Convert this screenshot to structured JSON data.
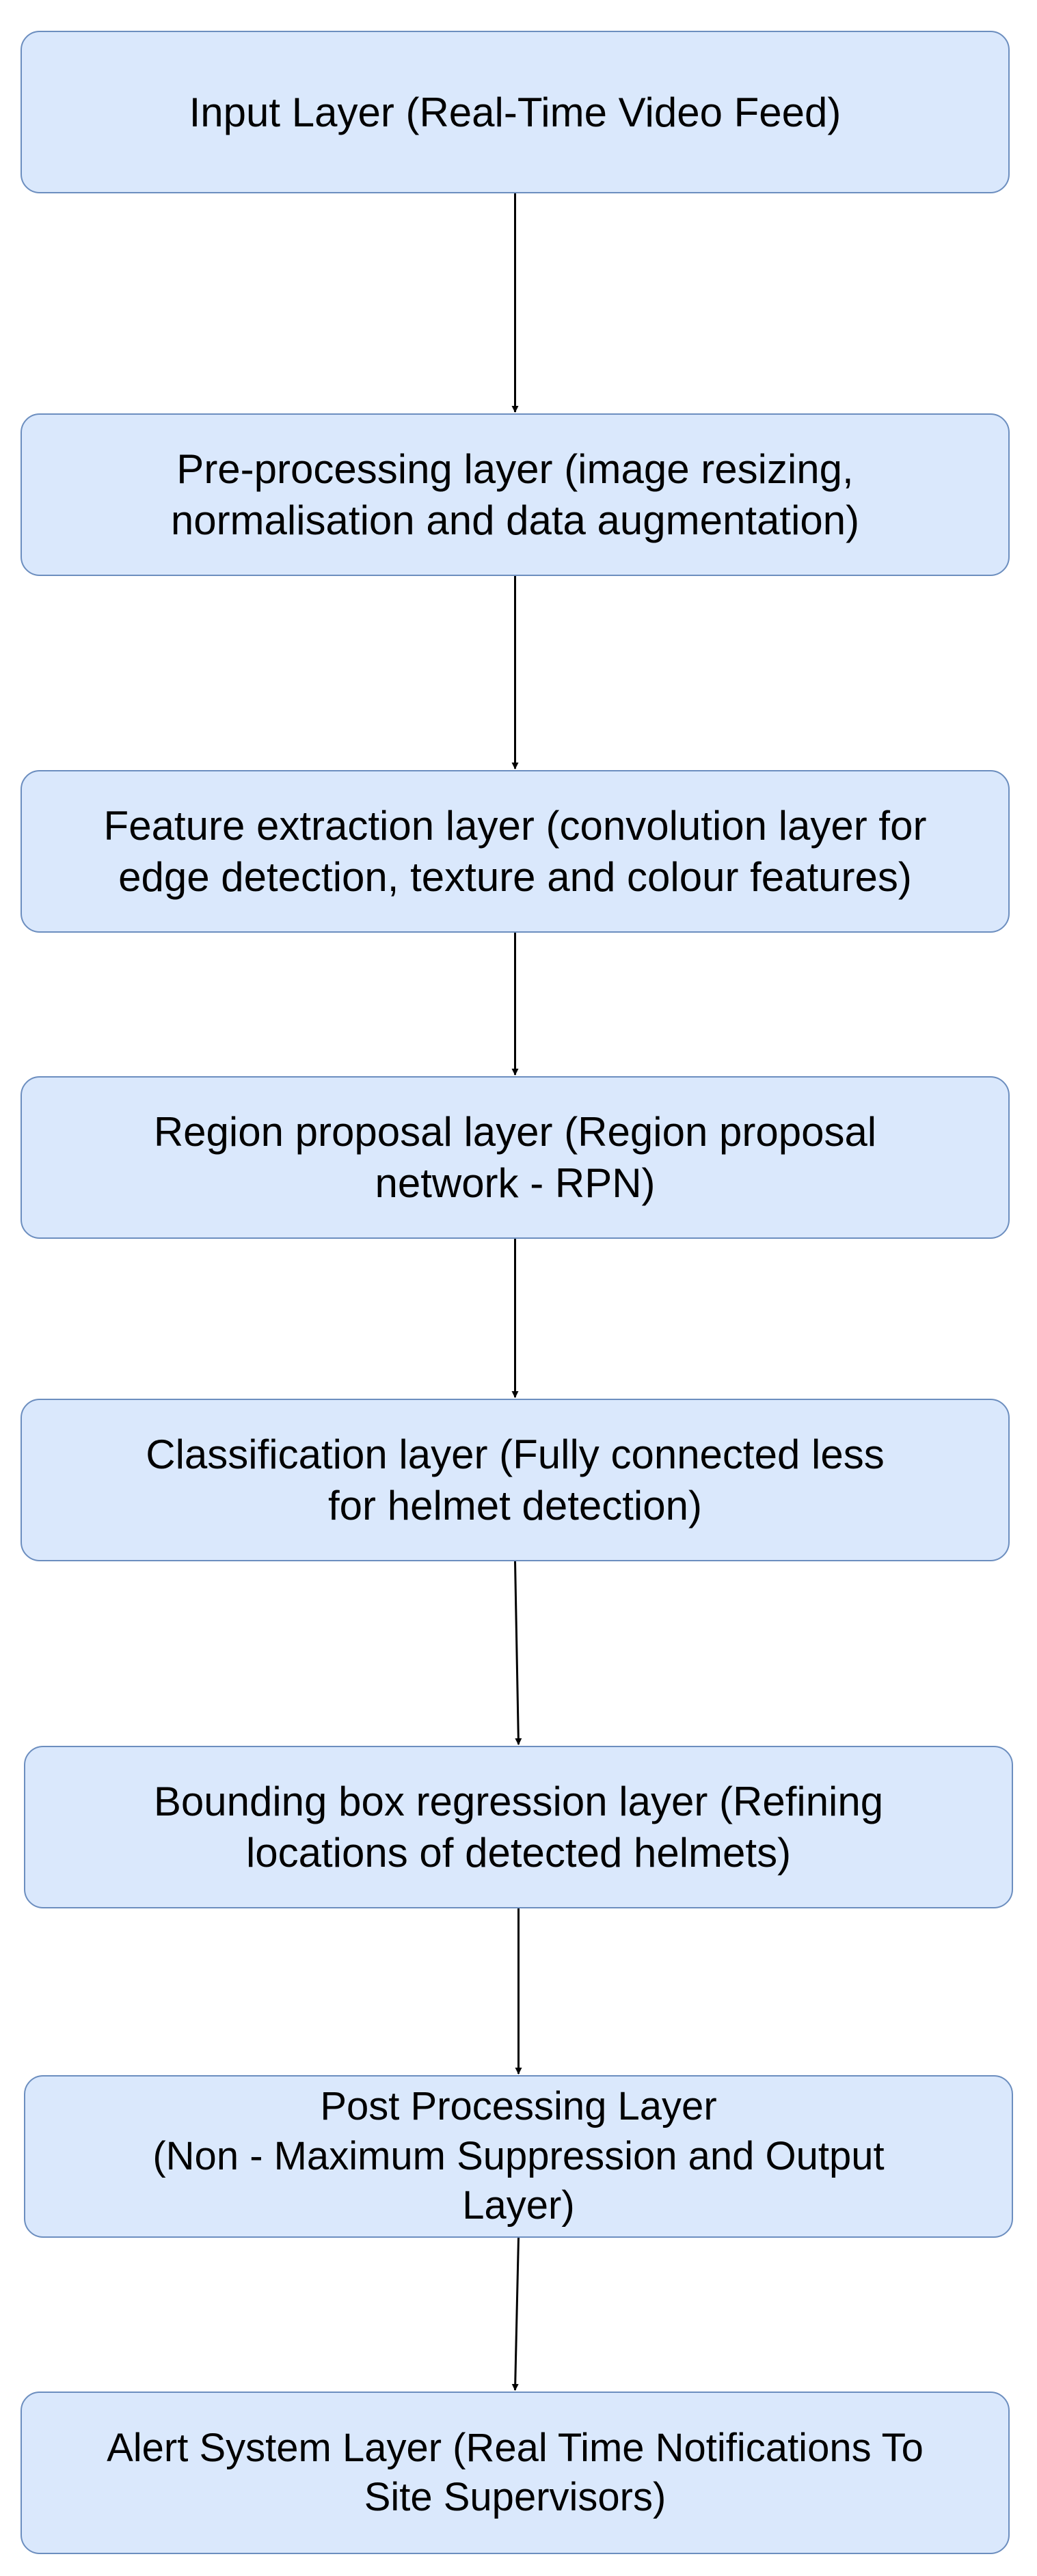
{
  "diagram": {
    "nodes": [
      {
        "id": "n1",
        "label": "Input Layer (Real-Time Video Feed)"
      },
      {
        "id": "n2",
        "label": "Pre-processing layer (image resizing,\nnormalisation and data augmentation)"
      },
      {
        "id": "n3",
        "label": "Feature extraction layer (convolution layer for\nedge detection, texture and colour features)"
      },
      {
        "id": "n4",
        "label": "Region proposal layer (Region proposal\nnetwork - RPN)"
      },
      {
        "id": "n5",
        "label": "Classification layer (Fully connected less\nfor helmet detection)"
      },
      {
        "id": "n6",
        "label": "Bounding box regression layer (Refining\nlocations of detected helmets)"
      },
      {
        "id": "n7",
        "label": "Post Processing Layer\n(Non - Maximum Suppression and Output\nLayer)"
      },
      {
        "id": "n8",
        "label": "Alert System Layer (Real Time Notifications To\nSite Supervisors)"
      }
    ],
    "edges": [
      {
        "from": "n1",
        "to": "n2"
      },
      {
        "from": "n2",
        "to": "n3"
      },
      {
        "from": "n3",
        "to": "n4"
      },
      {
        "from": "n4",
        "to": "n5"
      },
      {
        "from": "n5",
        "to": "n6"
      },
      {
        "from": "n6",
        "to": "n7"
      },
      {
        "from": "n7",
        "to": "n8"
      }
    ],
    "colors": {
      "box_fill": "#dae8fc",
      "box_stroke": "#6c8ebf",
      "arrow": "#000000",
      "text": "#000000"
    }
  }
}
